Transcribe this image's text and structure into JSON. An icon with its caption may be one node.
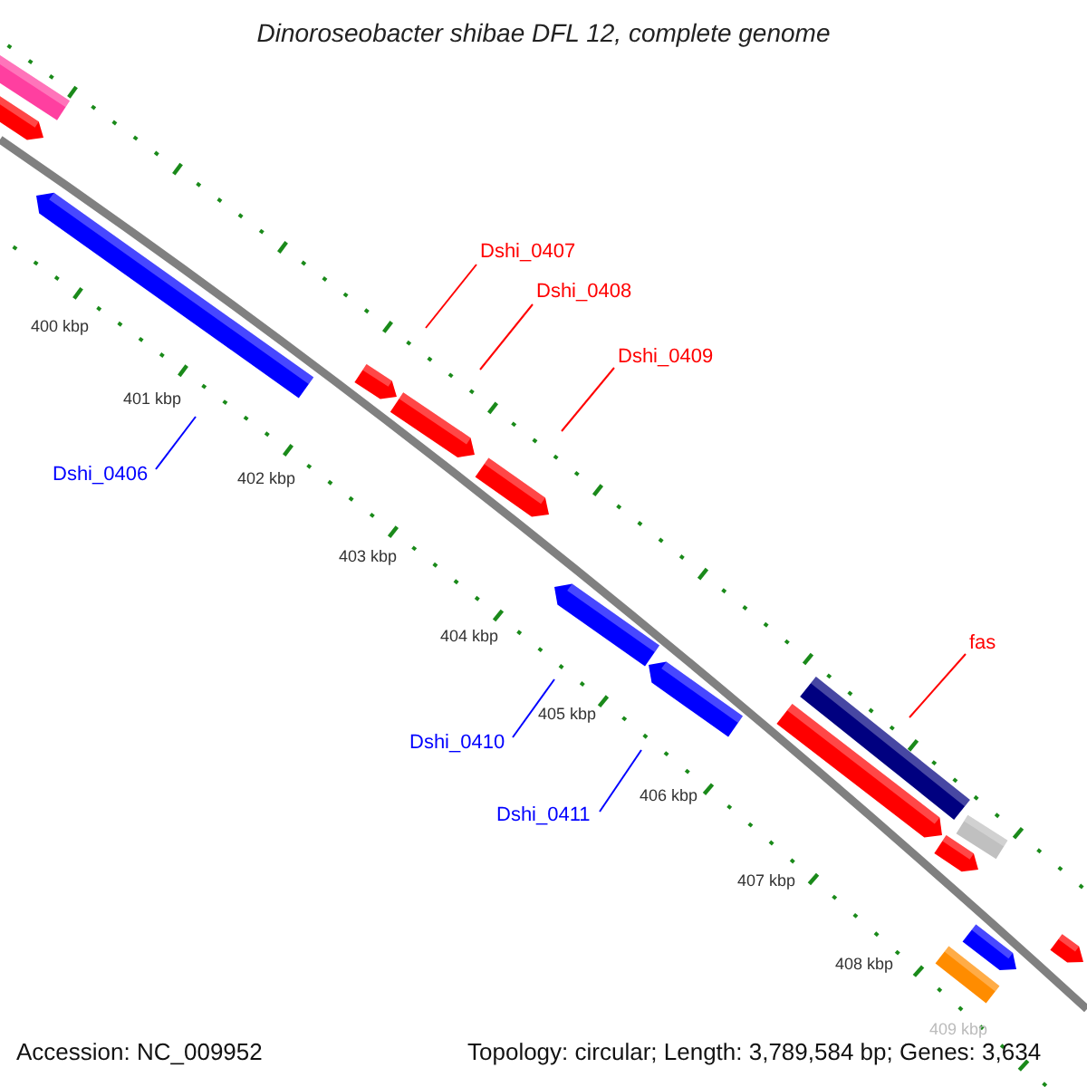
{
  "diagram": {
    "title": "Dinoroseobacter shibae DFL 12, complete genome",
    "nodes": [
      {
        "text": [
          "Dshi_0407"
        ]
      },
      {
        "text": [
          "Dshi_0408"
        ]
      },
      {
        "text": [
          "Dshi_0409"
        ]
      },
      {
        "text": [
          "Dshi_0406"
        ]
      },
      {
        "text": [
          "fas"
        ]
      },
      {
        "text": [
          "Dshi_0410"
        ]
      },
      {
        "text": [
          "Dshi_0411"
        ]
      }
    ],
    "edges": [
      {
        "from": 0,
        "to": null,
        "arrow": "none"
      },
      {
        "from": 1,
        "to": null,
        "arrow": "none"
      },
      {
        "from": 2,
        "to": null,
        "arrow": "none"
      },
      {
        "from": 3,
        "to": null,
        "arrow": "none",
        "color": "#0000ff"
      },
      {
        "from": 4,
        "to": null,
        "arrow": "none"
      },
      {
        "from": 5,
        "to": null,
        "arrow": "none",
        "color": "#0000ff"
      },
      {
        "from": 6,
        "to": null,
        "arrow": "none",
        "color": "#0000ff"
      }
    ],
    "labels": [
      "400 kbp",
      "401 kbp",
      "402 kbp",
      "403 kbp",
      "404 kbp",
      "405 kbp",
      "406 kbp",
      "407 kbp",
      "408 kbp",
      "409 kbp",
      "Accession: NC_009952",
      "Topology: circular; Length: 3,789,584 bp; Genes: 3,634"
    ]
  }
}
